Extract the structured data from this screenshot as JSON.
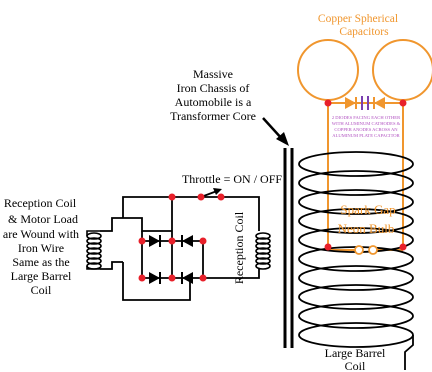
{
  "labels": {
    "copper_line1": "Copper Spherical",
    "copper_line2": "Capacitors",
    "chassis_line1": "Massive",
    "chassis_line2": "Iron Chassis of",
    "chassis_line3": "Automobile is a",
    "chassis_line4": "Transformer Core",
    "throttle": "Throttle = ON / OFF",
    "reception_coil_vertical": "Reception Coil",
    "left_line1": "Reception Coil",
    "left_line2": "& Motor Load",
    "left_line3": "are Wound with",
    "left_line4": "Iron Wire",
    "left_line5": "Same as the",
    "left_line6": "Large Barrel",
    "left_line7": "Coil",
    "spark_gap": "Spark Gap",
    "neon_bulb": "Neon Bulb",
    "diode_note1": "2 DIODES FACING EACH OTHER",
    "diode_note2": "WITH ALUMINUM CATHODES &",
    "diode_note3": "COPPER ANODES ACROSS AN",
    "diode_note4": "ALUMINUM PLATE CAPACITOR",
    "barrel_line1": "Large Barrel",
    "barrel_line2": "Coil"
  },
  "colors": {
    "wire": "#000000",
    "copper": "#f0962e",
    "node": "#e8202a",
    "capacitor_purple": "#7a3fb0",
    "note_text": "#b050c0"
  }
}
